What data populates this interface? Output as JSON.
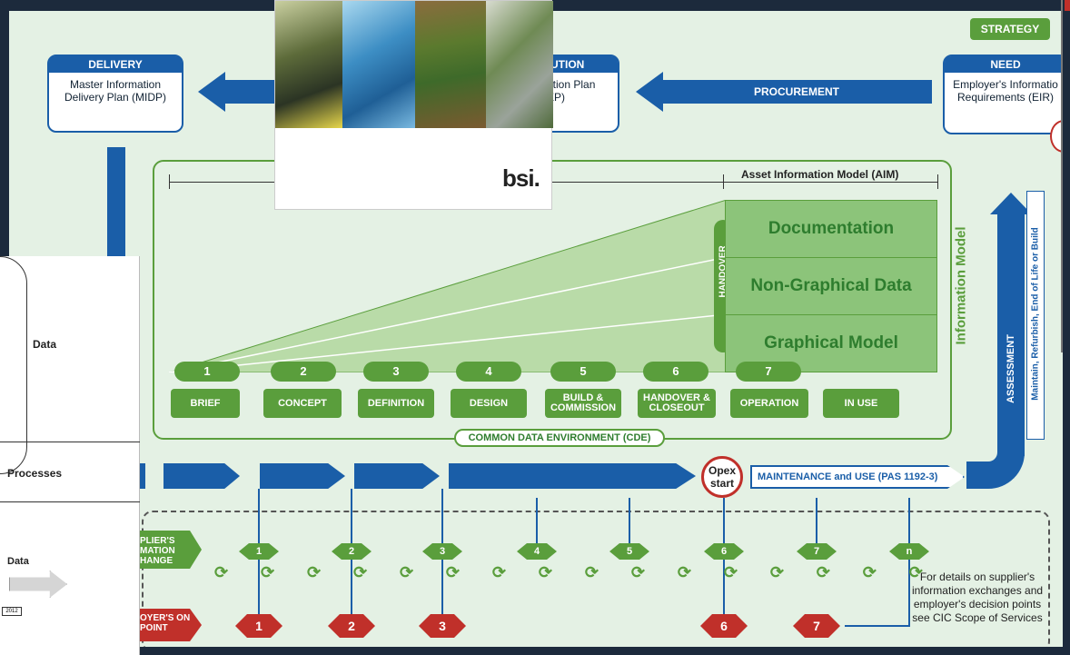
{
  "top": {
    "strategy": "STRATEGY",
    "need": {
      "head": "NEED",
      "body": "Employer's Informatio Requirements (EIR)"
    },
    "delivery": {
      "head": "DELIVERY",
      "body": "Master Information Delivery Plan (MIDP)"
    },
    "execution": {
      "head": "UTION",
      "body": "ution Plan EP)"
    },
    "procurement": "PROCUREMENT"
  },
  "cover": {
    "brand": "bsi."
  },
  "aim": {
    "label": "Asset Information Model (AIM)",
    "rows": [
      "Documentation",
      "Non-Graphical Data",
      "Graphical Model"
    ],
    "handover": "HANDOVER",
    "side": "Information Model"
  },
  "stages": [
    {
      "num": "1",
      "label": "BRIEF"
    },
    {
      "num": "2",
      "label": "CONCEPT"
    },
    {
      "num": "3",
      "label": "DEFINITION"
    },
    {
      "num": "4",
      "label": "DESIGN"
    },
    {
      "num": "5",
      "label": "BUILD & COMMISSION"
    },
    {
      "num": "6",
      "label": "HANDOVER & CLOSEOUT"
    },
    {
      "num": "7",
      "label": "OPERATION"
    },
    {
      "num": "",
      "label": "IN USE"
    }
  ],
  "cde": "COMMON DATA ENVIRONMENT (CDE)",
  "assessment": "ASSESSMENT",
  "maintain": "Maintain, Refurbish, End of Life or Build",
  "opex": "Opex start",
  "maintenance": "MAINTENANCE and USE (PAS 1192-3)",
  "exchange_label": "PLIER'S MATION HANGE",
  "decision_label": "OYER'S ON POINT",
  "exchanges": [
    "1",
    "2",
    "3",
    "4",
    "5",
    "6",
    "7",
    "n"
  ],
  "decisions": [
    "1",
    "2",
    "3",
    "6",
    "7"
  ],
  "details": "For details on supplier's information exchanges and employer's decision points see CIC Scope of Services",
  "overlay": {
    "data": "Data",
    "processes": "Processes",
    "data2": "Data",
    "small": "2012"
  }
}
